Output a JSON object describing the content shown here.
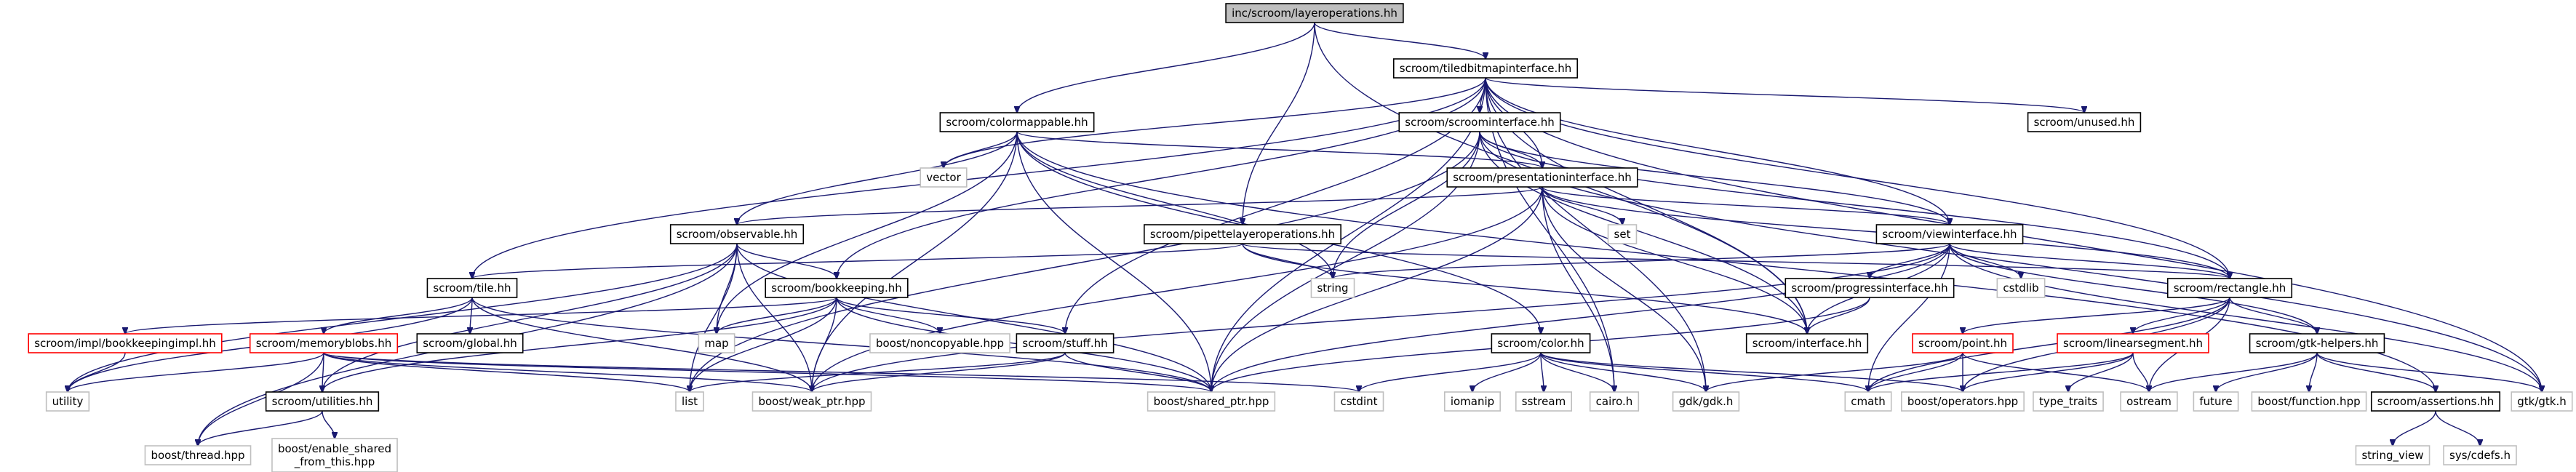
{
  "title": "inc/scroom/layeroperations.hh",
  "colors": {
    "edge": "#191970",
    "root_fill": "#bfbfbf",
    "documented_border": "#000000",
    "undocumented_border": "#ff0000",
    "external_border": "#bfbfbf"
  },
  "nodes": [
    {
      "id": "layerops",
      "label": "inc/scroom/layeroperations.hh",
      "kind": "root"
    },
    {
      "id": "tiledbitmap",
      "label": "scroom/tiledbitmapinterface.hh",
      "kind": "doc"
    },
    {
      "id": "colormappable",
      "label": "scroom/colormappable.hh",
      "kind": "doc"
    },
    {
      "id": "scroominterface",
      "label": "scroom/scroominterface.hh",
      "kind": "doc"
    },
    {
      "id": "unused",
      "label": "scroom/unused.hh",
      "kind": "doc"
    },
    {
      "id": "vector",
      "label": "vector",
      "kind": "ext"
    },
    {
      "id": "presentation",
      "label": "scroom/presentationinterface.hh",
      "kind": "doc"
    },
    {
      "id": "observable",
      "label": "scroom/observable.hh",
      "kind": "doc"
    },
    {
      "id": "pipette",
      "label": "scroom/pipettelayeroperations.hh",
      "kind": "doc"
    },
    {
      "id": "set",
      "label": "set",
      "kind": "ext"
    },
    {
      "id": "viewinterface",
      "label": "scroom/viewinterface.hh",
      "kind": "doc"
    },
    {
      "id": "tile",
      "label": "scroom/tile.hh",
      "kind": "doc"
    },
    {
      "id": "bookkeeping",
      "label": "scroom/bookkeeping.hh",
      "kind": "doc"
    },
    {
      "id": "string",
      "label": "string",
      "kind": "ext"
    },
    {
      "id": "progress",
      "label": "scroom/progressinterface.hh",
      "kind": "doc"
    },
    {
      "id": "cstdlib",
      "label": "cstdlib",
      "kind": "ext"
    },
    {
      "id": "rectangle",
      "label": "scroom/rectangle.hh",
      "kind": "doc"
    },
    {
      "id": "bookkeepingimpl",
      "label": "scroom/impl/bookkeepingimpl.hh",
      "kind": "undoc"
    },
    {
      "id": "memoryblobs",
      "label": "scroom/memoryblobs.hh",
      "kind": "undoc"
    },
    {
      "id": "global",
      "label": "scroom/global.hh",
      "kind": "doc"
    },
    {
      "id": "map",
      "label": "map",
      "kind": "ext"
    },
    {
      "id": "noncopyable",
      "label": "boost/noncopyable.hpp",
      "kind": "ext"
    },
    {
      "id": "stuff",
      "label": "scroom/stuff.hh",
      "kind": "doc"
    },
    {
      "id": "color",
      "label": "scroom/color.hh",
      "kind": "doc"
    },
    {
      "id": "interface",
      "label": "scroom/interface.hh",
      "kind": "doc"
    },
    {
      "id": "point",
      "label": "scroom/point.hh",
      "kind": "undoc"
    },
    {
      "id": "linearsegment",
      "label": "scroom/linearsegment.hh",
      "kind": "undoc"
    },
    {
      "id": "gtkhelpers",
      "label": "scroom/gtk-helpers.hh",
      "kind": "doc"
    },
    {
      "id": "utility",
      "label": "utility",
      "kind": "ext"
    },
    {
      "id": "utilities",
      "label": "scroom/utilities.hh",
      "kind": "doc"
    },
    {
      "id": "list",
      "label": "list",
      "kind": "ext"
    },
    {
      "id": "weakptr",
      "label": "boost/weak_ptr.hpp",
      "kind": "ext"
    },
    {
      "id": "sharedptr",
      "label": "boost/shared_ptr.hpp",
      "kind": "ext"
    },
    {
      "id": "cstdint",
      "label": "cstdint",
      "kind": "ext"
    },
    {
      "id": "iomanip",
      "label": "iomanip",
      "kind": "ext"
    },
    {
      "id": "sstream",
      "label": "sstream",
      "kind": "ext"
    },
    {
      "id": "cairo",
      "label": "cairo.h",
      "kind": "ext"
    },
    {
      "id": "gdk",
      "label": "gdk/gdk.h",
      "kind": "ext"
    },
    {
      "id": "cmath",
      "label": "cmath",
      "kind": "ext"
    },
    {
      "id": "operators",
      "label": "boost/operators.hpp",
      "kind": "ext"
    },
    {
      "id": "typetraits",
      "label": "type_traits",
      "kind": "ext"
    },
    {
      "id": "ostream",
      "label": "ostream",
      "kind": "ext"
    },
    {
      "id": "future",
      "label": "future",
      "kind": "ext"
    },
    {
      "id": "function",
      "label": "boost/function.hpp",
      "kind": "ext"
    },
    {
      "id": "assertions",
      "label": "scroom/assertions.hh",
      "kind": "doc"
    },
    {
      "id": "gtk",
      "label": "gtk/gtk.h",
      "kind": "ext"
    },
    {
      "id": "thread",
      "label": "boost/thread.hpp",
      "kind": "ext"
    },
    {
      "id": "enableshared",
      "label": "boost/enable_shared\n_from_this.hpp",
      "kind": "ext"
    },
    {
      "id": "stringview",
      "label": "string_view",
      "kind": "ext"
    },
    {
      "id": "cdefs",
      "label": "sys/cdefs.h",
      "kind": "ext"
    }
  ],
  "edges": [
    [
      "layerops",
      "tiledbitmap"
    ],
    [
      "layerops",
      "colormappable"
    ],
    [
      "layerops",
      "pipette"
    ],
    [
      "layerops",
      "interface"
    ],
    [
      "tiledbitmap",
      "scroominterface"
    ],
    [
      "tiledbitmap",
      "unused"
    ],
    [
      "tiledbitmap",
      "vector"
    ],
    [
      "tiledbitmap",
      "presentation"
    ],
    [
      "tiledbitmap",
      "viewinterface"
    ],
    [
      "tiledbitmap",
      "tile"
    ],
    [
      "tiledbitmap",
      "rectangle"
    ],
    [
      "tiledbitmap",
      "gtk"
    ],
    [
      "tiledbitmap",
      "sharedptr"
    ],
    [
      "tiledbitmap",
      "cairo"
    ],
    [
      "tiledbitmap",
      "gdk"
    ],
    [
      "tiledbitmap",
      "stuff"
    ],
    [
      "tiledbitmap",
      "bookkeeping"
    ],
    [
      "tiledbitmap",
      "interface"
    ],
    [
      "colormappable",
      "vector"
    ],
    [
      "colormappable",
      "presentation"
    ],
    [
      "colormappable",
      "observable"
    ],
    [
      "colormappable",
      "color"
    ],
    [
      "colormappable",
      "sharedptr"
    ],
    [
      "colormappable",
      "weakptr"
    ],
    [
      "colormappable",
      "map"
    ],
    [
      "colormappable",
      "string"
    ],
    [
      "colormappable",
      "assertions"
    ],
    [
      "scroominterface",
      "presentation"
    ],
    [
      "scroominterface",
      "viewinterface"
    ],
    [
      "scroominterface",
      "string"
    ],
    [
      "scroominterface",
      "sharedptr"
    ],
    [
      "scroominterface",
      "gtk"
    ],
    [
      "scroominterface",
      "list"
    ],
    [
      "scroominterface",
      "interface"
    ],
    [
      "scroominterface",
      "rectangle"
    ],
    [
      "presentation",
      "observable"
    ],
    [
      "presentation",
      "viewinterface"
    ],
    [
      "presentation",
      "set"
    ],
    [
      "presentation",
      "cairo"
    ],
    [
      "presentation",
      "gdk"
    ],
    [
      "presentation",
      "sharedptr"
    ],
    [
      "presentation",
      "interface"
    ],
    [
      "presentation",
      "rectangle"
    ],
    [
      "presentation",
      "weakptr"
    ],
    [
      "observable",
      "bookkeeping"
    ],
    [
      "observable",
      "utilities"
    ],
    [
      "observable",
      "map"
    ],
    [
      "observable",
      "list"
    ],
    [
      "observable",
      "weakptr"
    ],
    [
      "observable",
      "sharedptr"
    ],
    [
      "observable",
      "thread"
    ],
    [
      "observable",
      "utility"
    ],
    [
      "pipette",
      "string"
    ],
    [
      "pipette",
      "interface"
    ],
    [
      "pipette",
      "tile"
    ],
    [
      "pipette",
      "rectangle"
    ],
    [
      "viewinterface",
      "progress"
    ],
    [
      "viewinterface",
      "cstdlib"
    ],
    [
      "viewinterface",
      "rectangle"
    ],
    [
      "viewinterface",
      "string"
    ],
    [
      "viewinterface",
      "interface"
    ],
    [
      "viewinterface",
      "gtkhelpers"
    ],
    [
      "viewinterface",
      "sharedptr"
    ],
    [
      "viewinterface",
      "gtk"
    ],
    [
      "viewinterface",
      "cmath"
    ],
    [
      "viewinterface",
      "weakptr"
    ],
    [
      "tile",
      "memoryblobs"
    ],
    [
      "tile",
      "global"
    ],
    [
      "tile",
      "utility"
    ],
    [
      "tile",
      "weakptr"
    ],
    [
      "tile",
      "sharedptr"
    ],
    [
      "bookkeeping",
      "map"
    ],
    [
      "bookkeeping",
      "noncopyable"
    ],
    [
      "bookkeeping",
      "stuff"
    ],
    [
      "bookkeeping",
      "bookkeepingimpl"
    ],
    [
      "bookkeeping",
      "weakptr"
    ],
    [
      "bookkeeping",
      "sharedptr"
    ],
    [
      "bookkeeping",
      "list"
    ],
    [
      "bookkeeping",
      "utilities"
    ],
    [
      "progress",
      "interface"
    ],
    [
      "progress",
      "sharedptr"
    ],
    [
      "rectangle",
      "point"
    ],
    [
      "rectangle",
      "linearsegment"
    ],
    [
      "rectangle",
      "gtkhelpers"
    ],
    [
      "rectangle",
      "ostream"
    ],
    [
      "rectangle",
      "operators"
    ],
    [
      "rectangle",
      "cmath"
    ],
    [
      "bookkeepingimpl",
      "utility"
    ],
    [
      "memoryblobs",
      "utilities"
    ],
    [
      "memoryblobs",
      "utility"
    ],
    [
      "memoryblobs",
      "thread"
    ],
    [
      "memoryblobs",
      "list"
    ],
    [
      "memoryblobs",
      "weakptr"
    ],
    [
      "memoryblobs",
      "sharedptr"
    ],
    [
      "memoryblobs",
      "cstdint"
    ],
    [
      "stuff",
      "weakptr"
    ],
    [
      "stuff",
      "sharedptr"
    ],
    [
      "stuff",
      "list"
    ],
    [
      "color",
      "cstdint"
    ],
    [
      "color",
      "iomanip"
    ],
    [
      "color",
      "sstream"
    ],
    [
      "color",
      "cairo"
    ],
    [
      "color",
      "gdk"
    ],
    [
      "color",
      "cmath"
    ],
    [
      "color",
      "operators"
    ],
    [
      "point",
      "cmath"
    ],
    [
      "point",
      "operators"
    ],
    [
      "point",
      "ostream"
    ],
    [
      "point",
      "gdk"
    ],
    [
      "linearsegment",
      "operators"
    ],
    [
      "linearsegment",
      "typetraits"
    ],
    [
      "linearsegment",
      "ostream"
    ],
    [
      "linearsegment",
      "cmath"
    ],
    [
      "gtkhelpers",
      "ostream"
    ],
    [
      "gtkhelpers",
      "future"
    ],
    [
      "gtkhelpers",
      "function"
    ],
    [
      "gtkhelpers",
      "assertions"
    ],
    [
      "gtkhelpers",
      "gtk"
    ],
    [
      "utilities",
      "thread"
    ],
    [
      "utilities",
      "enableshared"
    ],
    [
      "assertions",
      "stringview"
    ],
    [
      "assertions",
      "cdefs"
    ]
  ]
}
